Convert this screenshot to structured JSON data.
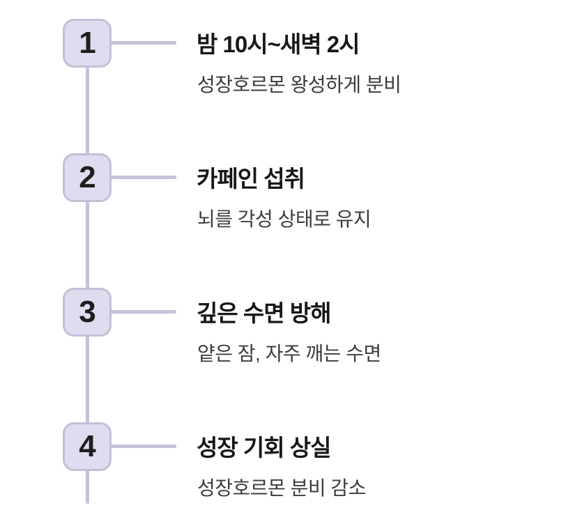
{
  "theme": {
    "background": "#ffffff",
    "box_fill": "#dedcee",
    "box_border": "#c3c0d6",
    "connector_line": "#c5c2d8",
    "number_color": "#1e1e1e",
    "title_color": "#171717",
    "subtitle_color": "#3c3c3c"
  },
  "timeline": {
    "steps": [
      {
        "number": "1",
        "title": "밤 10시~새벽 2시",
        "subtitle": "성장호르몬 왕성하게 분비"
      },
      {
        "number": "2",
        "title": "카페인 섭취",
        "subtitle": "뇌를 각성 상태로 유지"
      },
      {
        "number": "3",
        "title": "깊은 수면 방해",
        "subtitle": "얕은 잠, 자주 깨는 수면"
      },
      {
        "number": "4",
        "title": "성장 기회 상실",
        "subtitle": "성장호르몬 분비 감소"
      }
    ]
  }
}
